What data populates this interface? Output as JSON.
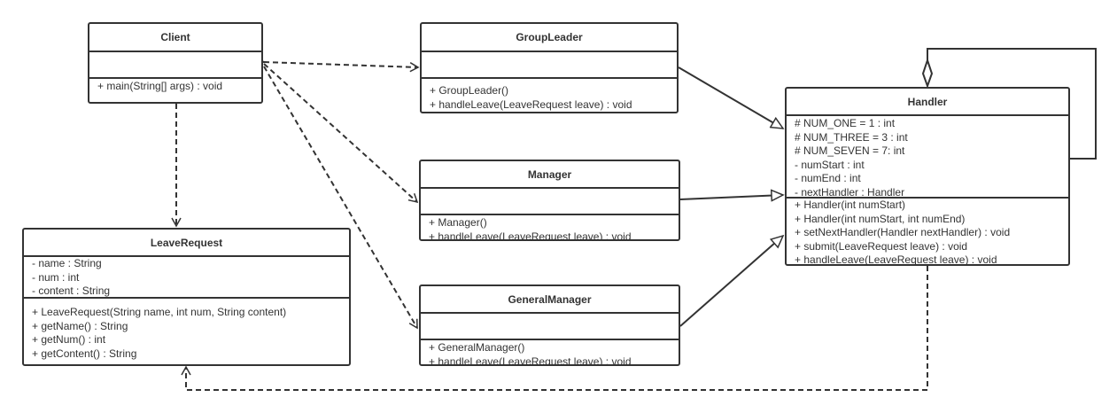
{
  "classes": {
    "client": {
      "name": "Client",
      "attributes": [],
      "operations": [
        "+ main(String[] args) : void"
      ]
    },
    "groupleader": {
      "name": "GroupLeader",
      "attributes": [],
      "operations": [
        "+ GroupLeader()",
        "+ handleLeave(LeaveRequest leave) : void"
      ]
    },
    "manager": {
      "name": "Manager",
      "attributes": [],
      "operations": [
        "+ Manager()",
        "+ handleLeave(LeaveRequest leave) : void"
      ]
    },
    "generalmanager": {
      "name": "GeneralManager",
      "attributes": [],
      "operations": [
        "+ GeneralManager()",
        "+ handleLeave(LeaveRequest leave) : void"
      ]
    },
    "handler": {
      "name": "Handler",
      "attributes": [
        "# NUM_ONE = 1 :   int",
        "# NUM_THREE = 3 :   int",
        "# NUM_SEVEN = 7:   int",
        "- numStart :   int",
        "- numEnd :   int",
        "- nextHandler :   Handler"
      ],
      "operations": [
        "+ Handler(int numStart)",
        "+ Handler(int numStart, int numEnd)",
        "+ setNextHandler(Handler nextHandler) :   void",
        "+ submit(LeaveRequest leave) :   void",
        "+ handleLeave(LeaveRequest leave) :   void"
      ]
    },
    "leaverequest": {
      "name": "LeaveRequest",
      "attributes": [
        "- name : String",
        "- num : int",
        "- content : String"
      ],
      "operations": [
        "+ LeaveRequest(String name, int num, String content)",
        "+ getName() : String",
        "+ getNum() : int",
        "+ getContent() : String"
      ]
    }
  },
  "relations": [
    {
      "from": "Client",
      "to": "GroupLeader",
      "type": "dependency"
    },
    {
      "from": "Client",
      "to": "Manager",
      "type": "dependency"
    },
    {
      "from": "Client",
      "to": "GeneralManager",
      "type": "dependency"
    },
    {
      "from": "Client",
      "to": "LeaveRequest",
      "type": "dependency"
    },
    {
      "from": "GroupLeader",
      "to": "Handler",
      "type": "generalization"
    },
    {
      "from": "Manager",
      "to": "Handler",
      "type": "generalization"
    },
    {
      "from": "GeneralManager",
      "to": "Handler",
      "type": "generalization"
    },
    {
      "from": "Handler",
      "to": "Handler",
      "type": "aggregation"
    },
    {
      "from": "Handler",
      "to": "LeaveRequest",
      "type": "dependency"
    }
  ],
  "colors": {
    "stroke": "#333333",
    "background": "#ffffff"
  }
}
